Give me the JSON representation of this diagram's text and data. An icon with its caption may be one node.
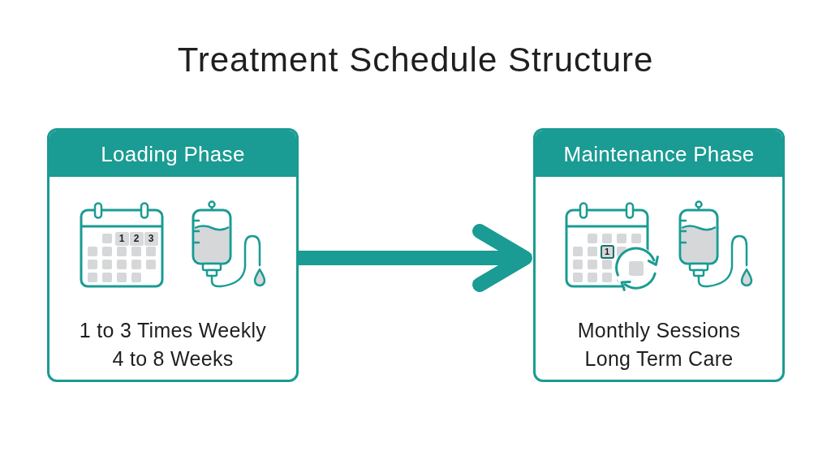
{
  "diagram": {
    "title": "Treatment Schedule Structure",
    "nodes": [
      {
        "text": [
          "Loading Phase",
          "1 to 3 Times Weekly",
          "4 to 8 Weeks"
        ]
      },
      {
        "text": [
          "Maintenance Phase",
          "Monthly Sessions",
          "Long Term Care"
        ]
      }
    ],
    "edges": [
      {
        "from": 0,
        "to": 1,
        "arrow": "to"
      }
    ],
    "labels": [
      "1",
      "2",
      "3",
      "1"
    ]
  }
}
